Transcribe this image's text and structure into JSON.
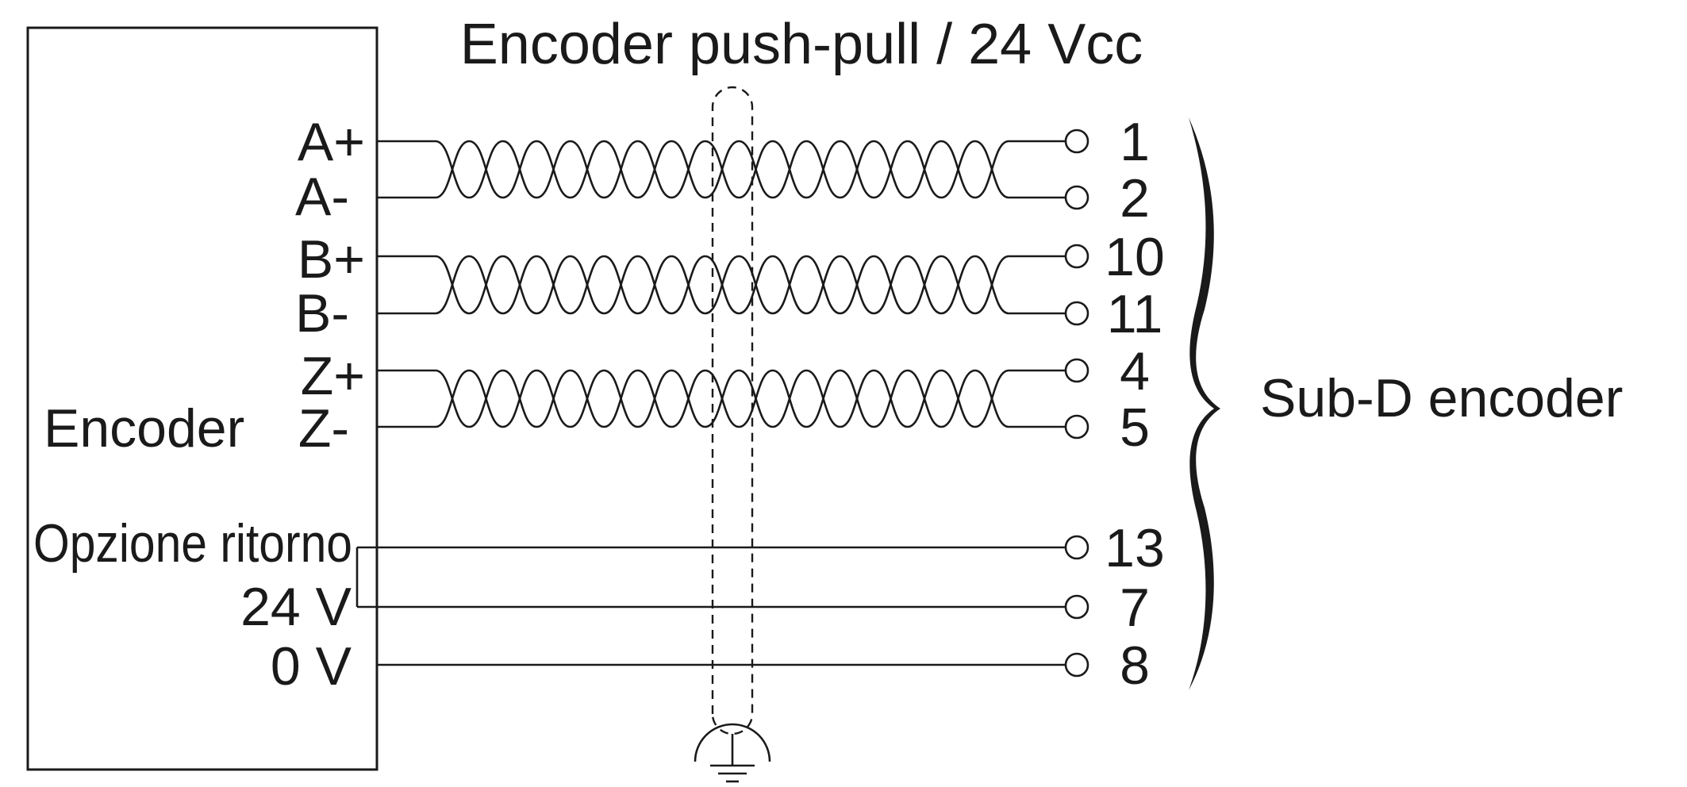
{
  "title": "Encoder push-pull / 24 Vcc",
  "device_label": "Encoder",
  "connector_label": "Sub-D encoder",
  "return_option_label": "Opzione ritorno",
  "signals": [
    "A+",
    "A-",
    "B+",
    "B-",
    "Z+",
    "Z-"
  ],
  "power": [
    "24 V",
    "0 V"
  ],
  "pins": [
    "1",
    "2",
    "10",
    "11",
    "4",
    "5",
    "13",
    "7",
    "8"
  ]
}
